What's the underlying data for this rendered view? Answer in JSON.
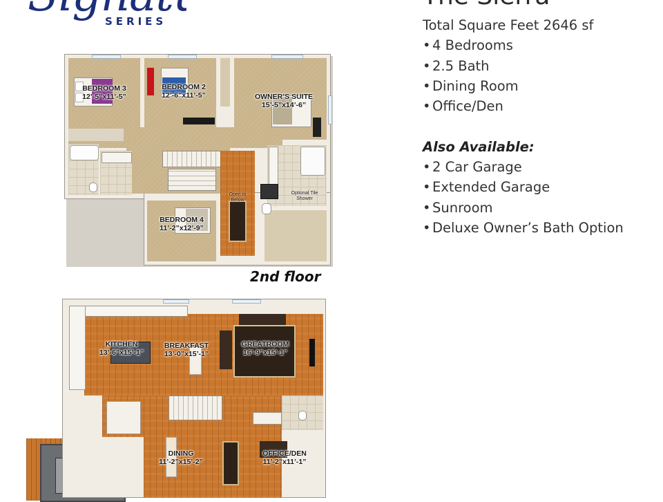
{
  "logo": {
    "script_text": "Signature",
    "series_text": "SERIES",
    "color": "#1c2f78"
  },
  "title": "The Sierra",
  "features": {
    "total": "Total Square Feet 2646 sf",
    "items": [
      "4 Bedrooms",
      "2.5 Bath",
      "Dining Room",
      "Office/Den"
    ],
    "bullet": "•"
  },
  "also_available": {
    "heading": "Also Available:",
    "items": [
      "2 Car Garage",
      "Extended Garage",
      "Sunroom",
      "Deluxe Owner’s Bath Option"
    ]
  },
  "second_floor": {
    "caption": "2nd floor",
    "rooms": {
      "bedroom3": {
        "name": "BEDROOM 3",
        "dims": "12’-5”x11’-5”"
      },
      "bedroom2": {
        "name": "BEDROOM 2",
        "dims": "12’-6”x11’-5”"
      },
      "owners_suite": {
        "name": "OWNER’S SUITE",
        "dims": "15’-5”x14’-6”"
      },
      "bedroom4": {
        "name": "BEDROOM 4",
        "dims": "11’-2”x12’-9”"
      }
    },
    "notes": {
      "open_to_below": "Open to Below",
      "optional_shower": "Optional Tile Shower"
    }
  },
  "first_floor": {
    "rooms": {
      "kitchen": {
        "name": "KITCHEN",
        "dims": "13’-6”x15’-1”"
      },
      "breakfast": {
        "name": "BREAKFAST",
        "dims": "13’-0”x15’-1”"
      },
      "greatroom": {
        "name": "GREATROOM",
        "dims": "16’-9”x15’-1”"
      },
      "dining": {
        "name": "DINING",
        "dims": "11’-2”x15’-2”"
      },
      "office": {
        "name": "OFFICE/DEN",
        "dims": "11’-2”x11’-1”"
      }
    }
  }
}
